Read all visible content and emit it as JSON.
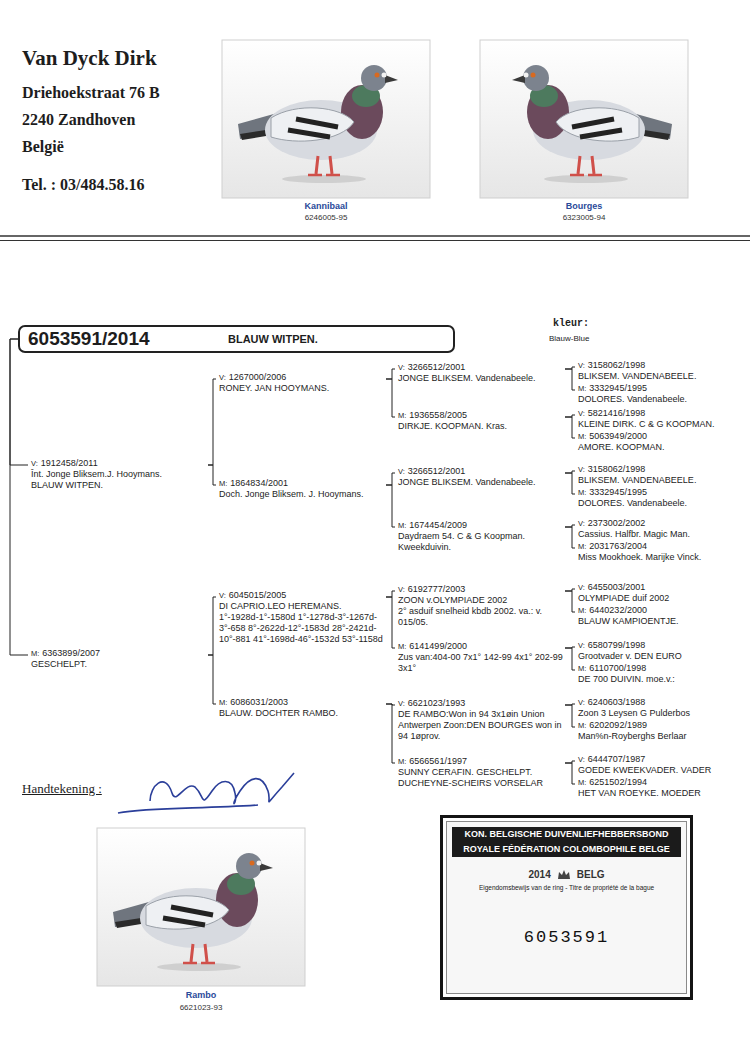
{
  "diagram": {
    "title": "Van Dyck Dirk",
    "nodes": [
      {
        "text": [
          "6053591/2014",
          "BLAUW WITPEN."
        ]
      },
      {
        "text": [
          "V:",
          "1912458/2011",
          "Înt. Jonge Bliksem.J. Hooymans.",
          "BLAUW WITPEN."
        ]
      },
      {
        "text": [
          "M:",
          "6363899/2007",
          "GESCHELPT."
        ]
      },
      {
        "text": [
          "V:",
          "1267000/2006",
          "RONEY. JAN HOOYMANS."
        ]
      },
      {
        "text": [
          "M:",
          "1864834/2001",
          "Doch. Jonge Bliksem. J. Hooymans."
        ]
      },
      {
        "text": [
          "V:",
          "6045015/2005",
          "DI CAPRIO.LEO HEREMANS.",
          "1°-1928d-1°-1580d 1°-1278d-3°-1267d-3°-658 8°-2622d-12°-1583d 28°-2421d-10°-881 41°-1698d-46°-1532d 53°-1158d"
        ]
      },
      {
        "text": [
          "M:",
          "6086031/2003",
          "BLAUW. DOCHTER RAMBO."
        ]
      },
      {
        "text": [
          "V:",
          "3266512/2001",
          "JONGE BLIKSEM. Vandenabeele."
        ]
      },
      {
        "text": [
          "M:",
          "1936558/2005",
          "DIRKJE. KOOPMAN. Kras."
        ]
      },
      {
        "text": [
          "V:",
          "3266512/2001",
          "JONGE BLIKSEM. Vandenabeele."
        ]
      },
      {
        "text": [
          "M:",
          "1674454/2009",
          "Daydraem 54. C & G Koopman.",
          "Kweekduivin."
        ]
      },
      {
        "text": [
          "V:",
          "6192777/2003",
          "ZOON v.OLYMPIADE 2002",
          "2° asduif snelheid kbdb 2002. va.: v. 015/05."
        ]
      },
      {
        "text": [
          "M:",
          "6141499/2000",
          "Zus van:404-00 7x1° 142-99 4x1° 202-99 3x1°"
        ]
      },
      {
        "text": [
          "V:",
          "6621023/1993",
          "DE RAMBO:Won in 94 3x1øin Union Antwerpen Zoon:DEN BOURGES won in 94 1øprov."
        ]
      },
      {
        "text": [
          "M:",
          "6566561/1997",
          "SUNNY CERAFIN. GESCHELPT.",
          "DUCHEYNE-SCHEIRS VORSELAR"
        ]
      },
      {
        "text": [
          "V:",
          "3158062/1998",
          "BLIKSEM. VANDENABEELE."
        ]
      },
      {
        "text": [
          "M:",
          "3332945/1995",
          "DOLORES. Vandenabeele."
        ]
      },
      {
        "text": [
          "V:",
          "5821416/1998",
          "KLEINE DIRK. C & G KOOPMAN."
        ]
      },
      {
        "text": [
          "M:",
          "5063949/2000",
          "AMORE. KOOPMAN."
        ]
      },
      {
        "text": [
          "V:",
          "3158062/1998",
          "BLIKSEM. VANDENABEELE."
        ]
      },
      {
        "text": [
          "M:",
          "3332945/1995",
          "DOLORES. Vandenabeele."
        ]
      },
      {
        "text": [
          "V:",
          "2373002/2002",
          "Cassius. Halfbr. Magic Man."
        ]
      },
      {
        "text": [
          "M:",
          "2031763/2004",
          "Miss Mookhoek. Marijke Vinck."
        ]
      },
      {
        "text": [
          "V:",
          "6455003/2001",
          "OLYMPIADE duif 2002"
        ]
      },
      {
        "text": [
          "M:",
          "6440232/2000",
          "BLAUW KAMPIOENTJE."
        ]
      },
      {
        "text": [
          "V:",
          "6580799/1998",
          "Grootvader v. DEN EURO"
        ]
      },
      {
        "text": [
          "M:",
          "6110700/1998",
          "DE 700 DUIVIN. moe.v.:"
        ]
      },
      {
        "text": [
          "V:",
          "6240603/1988",
          "Zoon 3 Leysen G Pulderbos"
        ]
      },
      {
        "text": [
          "M:",
          "6202092/1989",
          "Man%n-Royberghs Berlaar"
        ]
      },
      {
        "text": [
          "V:",
          "6444707/1987",
          "GOEDE KWEEKVADER. VADER"
        ]
      },
      {
        "text": [
          "M:",
          "6251502/1994",
          "HET VAN ROEYKE. MOEDER"
        ]
      },
      {
        "text": [
          "KON. BELGISCHE DUIVENLIEFHEBBERSBOND",
          "ROYALE FÉDÉRATION COLOMBOPHILE BELGE",
          "2014",
          "BELG",
          "Eigendomsbewijs van de ring - Titre de propriété de la bague",
          "6053591"
        ]
      }
    ],
    "edges": [
      {
        "from": 0,
        "to": 1,
        "arrow": "none"
      },
      {
        "from": 0,
        "to": 2,
        "arrow": "none"
      },
      {
        "from": 1,
        "to": 3,
        "arrow": "none"
      },
      {
        "from": 1,
        "to": 4,
        "arrow": "none"
      },
      {
        "from": 2,
        "to": 5,
        "arrow": "none"
      },
      {
        "from": 2,
        "to": 6,
        "arrow": "none"
      },
      {
        "from": 3,
        "to": 7,
        "arrow": "none"
      },
      {
        "from": 3,
        "to": 8,
        "arrow": "none"
      },
      {
        "from": 4,
        "to": 9,
        "arrow": "none"
      },
      {
        "from": 4,
        "to": 10,
        "arrow": "none"
      },
      {
        "from": 5,
        "to": 11,
        "arrow": "none"
      },
      {
        "from": 5,
        "to": 12,
        "arrow": "none"
      },
      {
        "from": 6,
        "to": 13,
        "arrow": "none"
      },
      {
        "from": 6,
        "to": 14,
        "arrow": "none"
      },
      {
        "from": 7,
        "to": 15,
        "arrow": "none"
      },
      {
        "from": 7,
        "to": 16,
        "arrow": "none"
      },
      {
        "from": 8,
        "to": 17,
        "arrow": "none"
      },
      {
        "from": 8,
        "to": 18,
        "arrow": "none"
      },
      {
        "from": 9,
        "to": 19,
        "arrow": "none"
      },
      {
        "from": 9,
        "to": 20,
        "arrow": "none"
      },
      {
        "from": 10,
        "to": 21,
        "arrow": "none"
      },
      {
        "from": 10,
        "to": 22,
        "arrow": "none"
      },
      {
        "from": 11,
        "to": 23,
        "arrow": "none"
      },
      {
        "from": 11,
        "to": 24,
        "arrow": "none"
      },
      {
        "from": 12,
        "to": 25,
        "arrow": "none"
      },
      {
        "from": 12,
        "to": 26,
        "arrow": "none"
      },
      {
        "from": 13,
        "to": 27,
        "arrow": "none"
      },
      {
        "from": 13,
        "to": 28,
        "arrow": "none"
      },
      {
        "from": 14,
        "to": 29,
        "arrow": "none"
      },
      {
        "from": 14,
        "to": 30,
        "arrow": "none"
      }
    ],
    "labels": [
      "Driehoekstraat 76 B",
      "2240 Zandhoven",
      "België",
      "Tel. : 03/484.58.16",
      "Kannibaal",
      "6246005-95",
      "Bourges",
      "6323005-94",
      "kleur:",
      "Blauw-Blue",
      "Handtekening :",
      "Rambo",
      "6621023-93"
    ]
  }
}
